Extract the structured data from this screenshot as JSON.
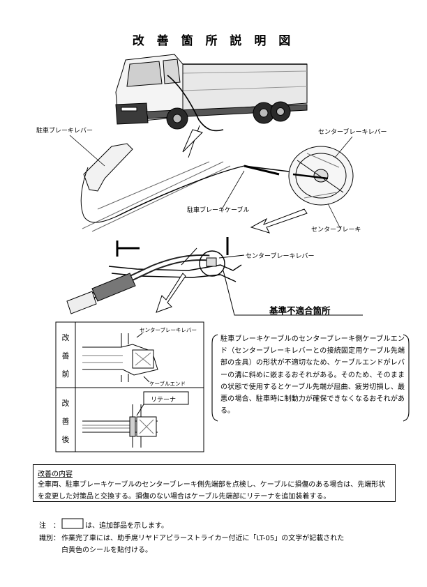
{
  "title": "改 善 箇 所 説 明 図",
  "labels": {
    "parking_lever": "駐車ブレーキレバー",
    "center_lever_top": "センターブレーキレバー",
    "parking_cable": "駐車ブレーキケーブル",
    "center_brake": "センターブレーキ",
    "center_lever_mid": "センターブレーキレバー",
    "nonconforming": "基準不適合箇所"
  },
  "compare": {
    "before": [
      "改",
      "善",
      "前"
    ],
    "after": [
      "改",
      "善",
      "後"
    ],
    "before_lever": "センターブレーキレバー",
    "before_cable_end": "ケーブルエンド",
    "after_retainer": "リテーナ"
  },
  "description": "駐車ブレーキケーブルのセンターブレーキ側ケーブルエンド（センターブレーキレバーとの接続固定用ケーブル先端部の金具）の形状が不適切なため、ケーブルエンドがレバーの溝に斜めに嵌まるおそれがある。そのため、そのままの状態で使用するとケーブル先端が屈曲、疲労切損し、最悪の場合、駐車時に制動力が確保できなくなるおそれがある。",
  "improvement": {
    "heading": "改善の内容",
    "body": "全車両、駐車ブレーキケーブルのセンターブレーキ側先端部を点検し、ケーブルに損傷のある場合は、先端形状を変更した対策品と交換する。損傷のない場合はケーブル先端部にリテーナを追加装着する。"
  },
  "notes": {
    "note_label": "注　：",
    "note_text": "は、追加部品を示します。",
    "id_label": "識別：",
    "id_text_1": "作業完了車には、助手席リヤドアピラーストライカー付近に「LT-05」の文字が記載された",
    "id_text_2": "白黄色のシールを貼付ける。"
  }
}
